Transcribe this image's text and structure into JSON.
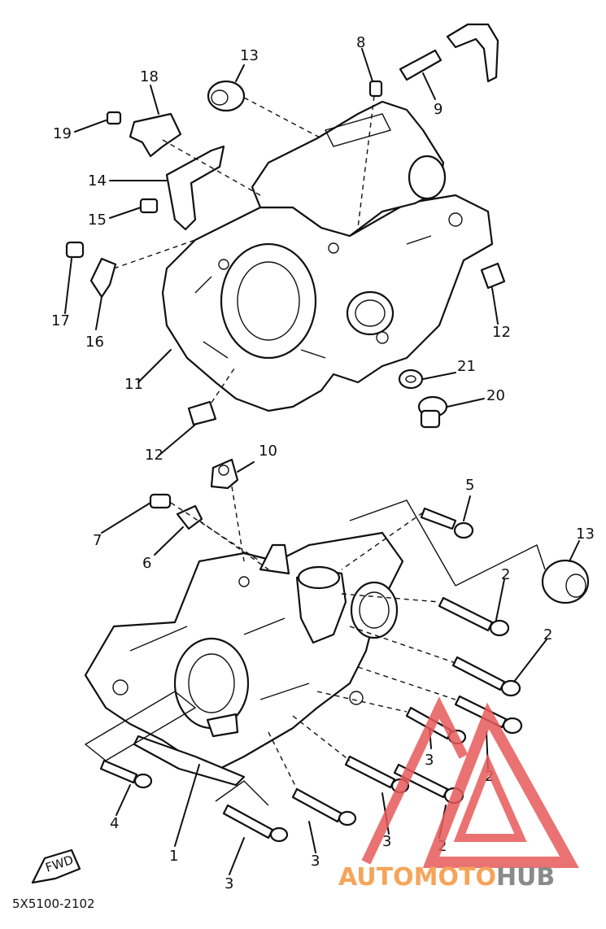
{
  "diagram": {
    "callouts": [
      {
        "id": "c13a",
        "text": "13"
      },
      {
        "id": "c8",
        "text": "8"
      },
      {
        "id": "c9",
        "text": "9"
      },
      {
        "id": "c18",
        "text": "18"
      },
      {
        "id": "c19",
        "text": "19"
      },
      {
        "id": "c14",
        "text": "14"
      },
      {
        "id": "c15",
        "text": "15"
      },
      {
        "id": "c17",
        "text": "17"
      },
      {
        "id": "c16",
        "text": "16"
      },
      {
        "id": "c11",
        "text": "11"
      },
      {
        "id": "c12a",
        "text": "12"
      },
      {
        "id": "c12b",
        "text": "12"
      },
      {
        "id": "c21",
        "text": "21"
      },
      {
        "id": "c20",
        "text": "20"
      },
      {
        "id": "c10",
        "text": "10"
      },
      {
        "id": "c5",
        "text": "5"
      },
      {
        "id": "c7",
        "text": "7"
      },
      {
        "id": "c6",
        "text": "6"
      },
      {
        "id": "c13b",
        "text": "13"
      },
      {
        "id": "c2a",
        "text": "2"
      },
      {
        "id": "c2b",
        "text": "2"
      },
      {
        "id": "c2c",
        "text": "2"
      },
      {
        "id": "c2d",
        "text": "2"
      },
      {
        "id": "c3a",
        "text": "3"
      },
      {
        "id": "c3b",
        "text": "3"
      },
      {
        "id": "c3c",
        "text": "3"
      },
      {
        "id": "c3d",
        "text": "3"
      },
      {
        "id": "c4",
        "text": "4"
      },
      {
        "id": "c1",
        "text": "1"
      }
    ],
    "fwd_label": "FWD",
    "part_code": "5X5100-2102"
  },
  "watermark": {
    "text_a": "AUTOMOTO",
    "text_b": "HUB",
    "color_a": "#f5a55a",
    "color_b": "#8a8a8a",
    "logo_color": "#e85a5a"
  }
}
